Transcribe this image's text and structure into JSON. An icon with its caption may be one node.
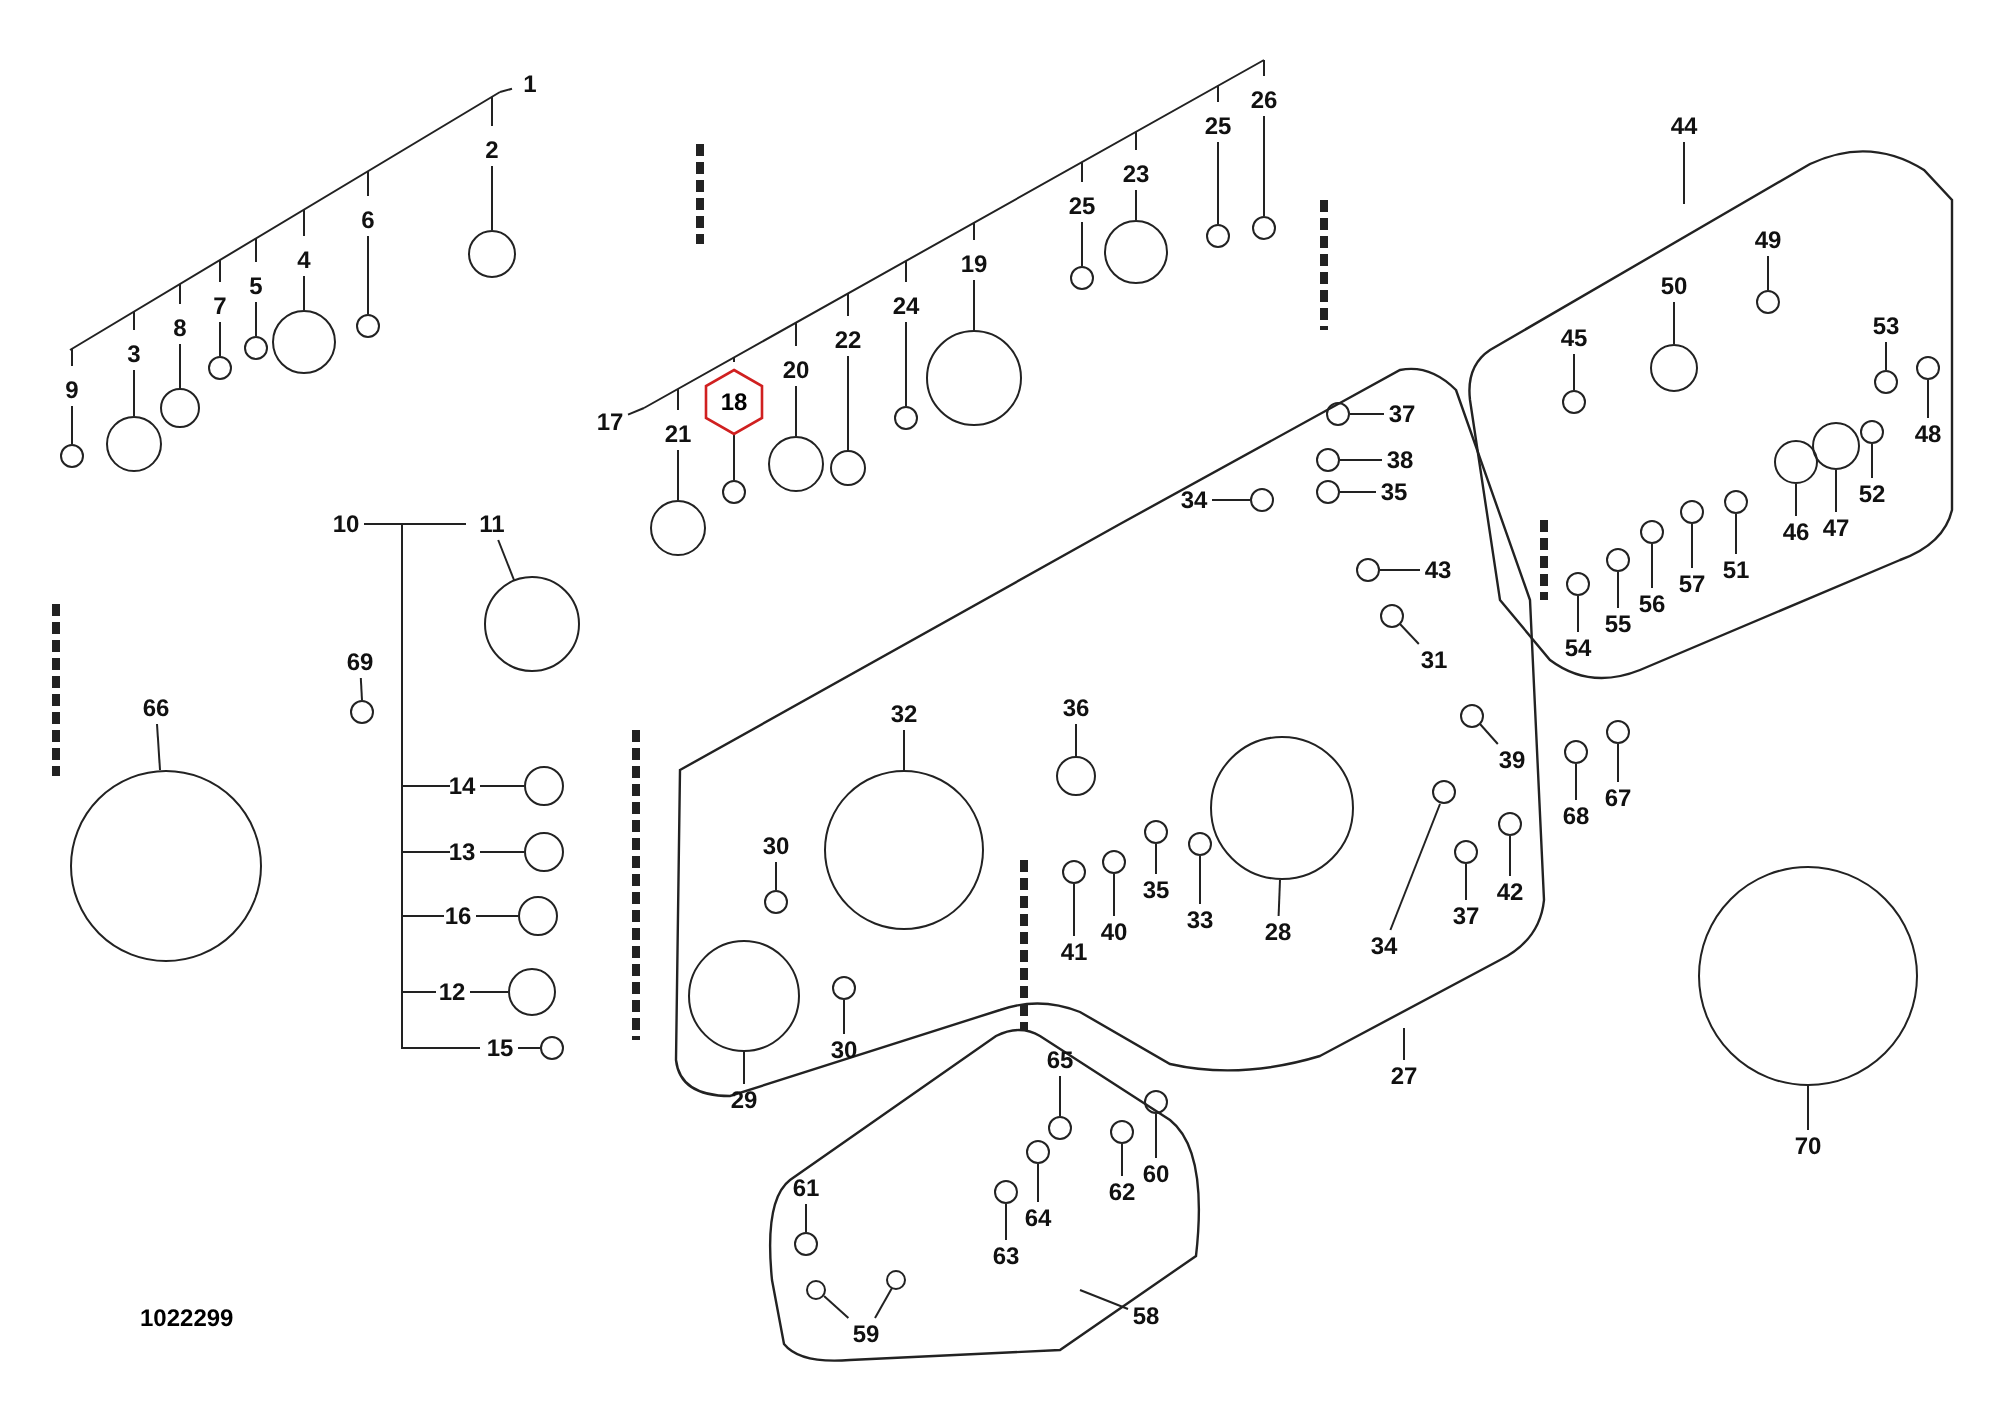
{
  "diagram": {
    "nodes": [
      {
        "text": [
          "1"
        ]
      },
      {
        "text": [
          "2"
        ]
      },
      {
        "text": [
          "6"
        ]
      },
      {
        "text": [
          "4"
        ]
      },
      {
        "text": [
          "5"
        ]
      },
      {
        "text": [
          "7"
        ]
      },
      {
        "text": [
          "8"
        ]
      },
      {
        "text": [
          "3"
        ]
      },
      {
        "text": [
          "9"
        ]
      },
      {
        "text": [
          "26"
        ]
      },
      {
        "text": [
          "25"
        ]
      },
      {
        "text": [
          "23"
        ]
      },
      {
        "text": [
          "25"
        ]
      },
      {
        "text": [
          "19"
        ]
      },
      {
        "text": [
          "24"
        ]
      },
      {
        "text": [
          "22"
        ]
      },
      {
        "text": [
          "20"
        ]
      },
      {
        "text": [
          "18"
        ]
      },
      {
        "text": [
          "17"
        ]
      },
      {
        "text": [
          "21"
        ]
      },
      {
        "text": [
          "44"
        ]
      },
      {
        "text": [
          "49"
        ]
      },
      {
        "text": [
          "50"
        ]
      },
      {
        "text": [
          "45"
        ]
      },
      {
        "text": [
          "53"
        ]
      },
      {
        "text": [
          "48"
        ]
      },
      {
        "text": [
          "37"
        ]
      },
      {
        "text": [
          "38"
        ]
      },
      {
        "text": [
          "35"
        ]
      },
      {
        "text": [
          "34"
        ]
      },
      {
        "text": [
          "43"
        ]
      },
      {
        "text": [
          "52"
        ]
      },
      {
        "text": [
          "47"
        ]
      },
      {
        "text": [
          "46"
        ]
      },
      {
        "text": [
          "51"
        ]
      },
      {
        "text": [
          "57"
        ]
      },
      {
        "text": [
          "56"
        ]
      },
      {
        "text": [
          "55"
        ]
      },
      {
        "text": [
          "54"
        ]
      },
      {
        "text": [
          "10"
        ]
      },
      {
        "text": [
          "11"
        ]
      },
      {
        "text": [
          "69"
        ]
      },
      {
        "text": [
          "66"
        ]
      },
      {
        "text": [
          "31"
        ]
      },
      {
        "text": [
          "14"
        ]
      },
      {
        "text": [
          "32"
        ]
      },
      {
        "text": [
          "36"
        ]
      },
      {
        "text": [
          "39"
        ]
      },
      {
        "text": [
          "67"
        ]
      },
      {
        "text": [
          "68"
        ]
      },
      {
        "text": [
          "13"
        ]
      },
      {
        "text": [
          "30"
        ]
      },
      {
        "text": [
          "42"
        ]
      },
      {
        "text": [
          "16"
        ]
      },
      {
        "text": [
          "35"
        ]
      },
      {
        "text": [
          "40"
        ]
      },
      {
        "text": [
          "41"
        ]
      },
      {
        "text": [
          "33"
        ]
      },
      {
        "text": [
          "28"
        ]
      },
      {
        "text": [
          "34"
        ]
      },
      {
        "text": [
          "37"
        ]
      },
      {
        "text": [
          "12"
        ]
      },
      {
        "text": [
          "15"
        ]
      },
      {
        "text": [
          "30"
        ]
      },
      {
        "text": [
          "29"
        ]
      },
      {
        "text": [
          "27"
        ]
      },
      {
        "text": [
          "65"
        ]
      },
      {
        "text": [
          "70"
        ]
      },
      {
        "text": [
          "60"
        ]
      },
      {
        "text": [
          "62"
        ]
      },
      {
        "text": [
          "61"
        ]
      },
      {
        "text": [
          "64"
        ]
      },
      {
        "text": [
          "63"
        ]
      },
      {
        "text": [
          "59"
        ]
      },
      {
        "text": [
          "58"
        ]
      },
      {
        "text": [],
        "shape": "circle"
      },
      {
        "text": [],
        "shape": "circle"
      },
      {
        "text": [],
        "shape": "circle"
      },
      {
        "text": [],
        "shape": "circle"
      },
      {
        "text": [],
        "shape": "circle"
      },
      {
        "text": [],
        "shape": "circle"
      },
      {
        "text": [],
        "shape": "circle"
      },
      {
        "text": [],
        "shape": "circle"
      },
      {
        "text": [],
        "shape": "circle"
      },
      {
        "text": [],
        "shape": "circle"
      },
      {
        "text": [],
        "shape": "circle"
      },
      {
        "text": [],
        "shape": "circle"
      },
      {
        "text": [],
        "shape": "circle"
      },
      {
        "text": [],
        "shape": "circle"
      },
      {
        "text": [],
        "shape": "circle"
      },
      {
        "text": [],
        "shape": "circle"
      },
      {
        "text": [],
        "shape": "circle"
      },
      {
        "text": [],
        "shape": "circle"
      },
      {
        "text": [],
        "shape": "circle"
      },
      {
        "text": [],
        "shape": "circle"
      },
      {
        "text": [],
        "shape": "circle"
      },
      {
        "text": [],
        "shape": "circle"
      },
      {
        "text": [],
        "shape": "circle"
      },
      {
        "text": [],
        "shape": "circle"
      },
      {
        "text": [],
        "shape": "circle"
      },
      {
        "text": [],
        "shape": "circle"
      },
      {
        "text": [],
        "shape": "circle"
      },
      {
        "text": [],
        "shape": "circle"
      },
      {
        "text": [],
        "shape": "circle"
      },
      {
        "text": [],
        "shape": "circle"
      },
      {
        "text": [],
        "shape": "circle"
      },
      {
        "text": [],
        "shape": "circle"
      },
      {
        "text": [],
        "shape": "circle"
      },
      {
        "text": [],
        "shape": "circle"
      },
      {
        "text": [],
        "shape": "circle"
      },
      {
        "text": [],
        "shape": "circle"
      },
      {
        "text": [],
        "shape": "circle"
      },
      {
        "text": [],
        "shape": "circle"
      },
      {
        "text": [],
        "shape": "circle"
      },
      {
        "text": [],
        "shape": "circle"
      },
      {
        "text": [],
        "shape": "circle"
      },
      {
        "text": [],
        "shape": "circle"
      },
      {
        "text": [],
        "shape": "circle"
      },
      {
        "text": [],
        "shape": "circle"
      },
      {
        "text": [],
        "shape": "circle"
      },
      {
        "text": [],
        "shape": "circle"
      },
      {
        "text": [],
        "shape": "circle"
      },
      {
        "text": [],
        "shape": "circle"
      },
      {
        "text": [],
        "shape": "circle"
      },
      {
        "text": [],
        "shape": "circle"
      },
      {
        "text": [],
        "shape": "circle"
      },
      {
        "text": [],
        "shape": "circle"
      },
      {
        "text": [],
        "shape": "circle"
      },
      {
        "text": [],
        "shape": "circle"
      },
      {
        "text": [],
        "shape": "circle"
      },
      {
        "text": [],
        "shape": "circle"
      },
      {
        "text": [],
        "shape": "circle"
      },
      {
        "text": [],
        "shape": "circle"
      },
      {
        "text": [],
        "shape": "circle"
      },
      {
        "text": [],
        "shape": "circle"
      },
      {
        "text": [],
        "shape": "circle"
      },
      {
        "text": [],
        "shape": "circle"
      },
      {
        "text": [],
        "shape": "circle"
      },
      {
        "text": [],
        "shape": "circle"
      },
      {
        "text": [],
        "shape": "circle"
      },
      {
        "text": [],
        "shape": "circle"
      },
      {
        "text": [],
        "shape": "circle"
      },
      {
        "text": [],
        "shape": "circle"
      },
      {
        "text": [],
        "shape": "circle"
      },
      {
        "text": [],
        "shape": "circle"
      }
    ],
    "edges": [
      {
        "from": 0,
        "to": null,
        "arrow": "none"
      },
      {
        "from": 1,
        "to": 75,
        "arrow": "none"
      },
      {
        "from": 2,
        "to": 76,
        "arrow": "none"
      },
      {
        "from": 3,
        "to": 77,
        "arrow": "none"
      },
      {
        "from": 4,
        "to": 78,
        "arrow": "none"
      },
      {
        "from": 5,
        "to": 79,
        "arrow": "none"
      },
      {
        "from": 6,
        "to": 80,
        "arrow": "none"
      },
      {
        "from": 7,
        "to": 81,
        "arrow": "none"
      },
      {
        "from": 8,
        "to": 82,
        "arrow": "none"
      },
      {
        "from": 9,
        "to": 83,
        "arrow": "none"
      },
      {
        "from": 10,
        "to": 84,
        "arrow": "none"
      },
      {
        "from": 11,
        "to": 85,
        "arrow": "none"
      },
      {
        "from": 12,
        "to": 86,
        "arrow": "none"
      },
      {
        "from": 13,
        "to": 87,
        "arrow": "none"
      },
      {
        "from": 14,
        "to": 88,
        "arrow": "none"
      },
      {
        "from": 15,
        "to": 89,
        "arrow": "none"
      },
      {
        "from": 16,
        "to": 90,
        "arrow": "none"
      },
      {
        "from": 17,
        "to": 91,
        "arrow": "none"
      },
      {
        "from": 18,
        "to": null,
        "arrow": "none"
      },
      {
        "from": 19,
        "to": 92,
        "arrow": "none"
      },
      {
        "from": 20,
        "to": null,
        "arrow": "none"
      },
      {
        "from": 21,
        "to": 93,
        "arrow": "none"
      },
      {
        "from": 22,
        "to": 94,
        "arrow": "none"
      },
      {
        "from": 23,
        "to": 95,
        "arrow": "none"
      },
      {
        "from": 24,
        "to": 96,
        "arrow": "none"
      },
      {
        "from": 25,
        "to": 97,
        "arrow": "none"
      },
      {
        "from": 26,
        "to": 98,
        "arrow": "none"
      },
      {
        "from": 27,
        "to": 99,
        "arrow": "none"
      },
      {
        "from": 28,
        "to": 100,
        "arrow": "none"
      },
      {
        "from": 29,
        "to": 101,
        "arrow": "none"
      },
      {
        "from": 30,
        "to": 102,
        "arrow": "none"
      },
      {
        "from": 31,
        "to": 103,
        "arrow": "none"
      },
      {
        "from": 32,
        "to": 104,
        "arrow": "none"
      },
      {
        "from": 33,
        "to": 105,
        "arrow": "none"
      },
      {
        "from": 34,
        "to": 106,
        "arrow": "none"
      },
      {
        "from": 35,
        "to": 107,
        "arrow": "none"
      },
      {
        "from": 36,
        "to": 108,
        "arrow": "none"
      },
      {
        "from": 37,
        "to": 109,
        "arrow": "none"
      },
      {
        "from": 38,
        "to": 110,
        "arrow": "none"
      },
      {
        "from": 39,
        "to": null,
        "arrow": "none"
      },
      {
        "from": 40,
        "to": 111,
        "arrow": "none"
      },
      {
        "from": 41,
        "to": 112,
        "arrow": "none"
      },
      {
        "from": 42,
        "to": 113,
        "arrow": "none"
      },
      {
        "from": 43,
        "to": 114,
        "arrow": "none"
      },
      {
        "from": 44,
        "to": 115,
        "arrow": "none"
      },
      {
        "from": 45,
        "to": 116,
        "arrow": "none"
      },
      {
        "from": 46,
        "to": 117,
        "arrow": "none"
      },
      {
        "from": 47,
        "to": 118,
        "arrow": "none"
      },
      {
        "from": 48,
        "to": 119,
        "arrow": "none"
      },
      {
        "from": 49,
        "to": 120,
        "arrow": "none"
      },
      {
        "from": 50,
        "to": 121,
        "arrow": "none"
      },
      {
        "from": 51,
        "to": 122,
        "arrow": "none"
      },
      {
        "from": 52,
        "to": 123,
        "arrow": "none"
      },
      {
        "from": 53,
        "to": 124,
        "arrow": "none"
      },
      {
        "from": 54,
        "to": 125,
        "arrow": "none"
      },
      {
        "from": 55,
        "to": 126,
        "arrow": "none"
      },
      {
        "from": 56,
        "to": 127,
        "arrow": "none"
      },
      {
        "from": 57,
        "to": 128,
        "arrow": "none"
      },
      {
        "from": 58,
        "to": 129,
        "arrow": "none"
      },
      {
        "from": 59,
        "to": 130,
        "arrow": "none"
      },
      {
        "from": 60,
        "to": 131,
        "arrow": "none"
      },
      {
        "from": 61,
        "to": 132,
        "arrow": "none"
      },
      {
        "from": 62,
        "to": 133,
        "arrow": "none"
      },
      {
        "from": 63,
        "to": 134,
        "arrow": "none"
      },
      {
        "from": 64,
        "to": 135,
        "arrow": "none"
      },
      {
        "from": 65,
        "to": null,
        "arrow": "none"
      },
      {
        "from": 66,
        "to": 136,
        "arrow": "none"
      },
      {
        "from": 67,
        "to": 137,
        "arrow": "none"
      },
      {
        "from": 68,
        "to": 138,
        "arrow": "none"
      },
      {
        "from": 69,
        "to": 139,
        "arrow": "none"
      },
      {
        "from": 70,
        "to": 140,
        "arrow": "none"
      },
      {
        "from": 71,
        "to": 141,
        "arrow": "none"
      },
      {
        "from": 72,
        "to": 142,
        "arrow": "none"
      },
      {
        "from": 73,
        "to": 143,
        "arrow": "none"
      },
      {
        "from": 73,
        "to": 144,
        "arrow": "none"
      },
      {
        "from": 74,
        "to": null,
        "arrow": "none"
      }
    ],
    "labels": [
      "1022299"
    ]
  }
}
